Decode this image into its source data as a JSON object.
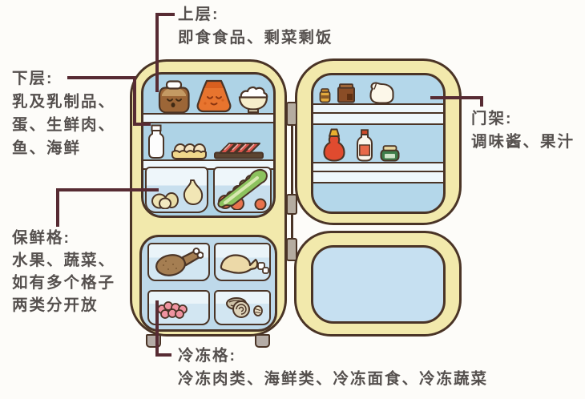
{
  "labels": {
    "upper": {
      "title": "上层:",
      "desc": "即食食品、剩菜剩饭"
    },
    "lower": {
      "title": "下层:",
      "lines": [
        "乳及乳制品、",
        "蛋、生鲜肉、",
        "鱼、海鲜"
      ]
    },
    "crisper": {
      "title": "保鲜格:",
      "lines": [
        "水果、蔬菜、",
        "如有多个格子",
        "两类分开放"
      ]
    },
    "door": {
      "title": "门架:",
      "desc": "调味酱、果汁"
    },
    "freezer": {
      "title": "冷冻格:",
      "desc": "冷冻肉类、海鲜类、冷冻面食、冷冻蔬菜"
    }
  },
  "fridge": {
    "top_shelf_icons": [
      "sauce-jar-icon",
      "leftover-bag-icon",
      "rice-bowl-icon"
    ],
    "middle_shelf_icons": [
      "milk-bottle-icon",
      "egg-tray-icon",
      "sliced-meat-icon"
    ],
    "crisper_left_icons": [
      "pears-garlic-icon"
    ],
    "crisper_right_icons": [
      "lettuce-tomato-icon"
    ],
    "freezer_icons": [
      "frozen-chicken-icon",
      "frozen-fish-ice-icon",
      "frozen-berries-icon",
      "frozen-noodles-icon"
    ],
    "door_top_shelf_icons": [
      "small-jar-icon",
      "carton-icon",
      "milk-jug-icon"
    ],
    "door_middle_shelf_icons": [
      "ketchup-bottle-icon",
      "sauce-bottle-icon",
      "green-jar-icon"
    ]
  },
  "colors": {
    "background": "#fdfcf9",
    "body_cream": "#f2e9ac",
    "outline_brown": "#4a3426",
    "interior_blue": "#aed3e6",
    "drawer_blue": "#c8dfee",
    "shelf_white": "#eef7fb",
    "connector_maroon": "#572b33",
    "label_text": "#55504e",
    "foot_gray": "#b5aca6",
    "accent_orange": "#e8742e"
  }
}
